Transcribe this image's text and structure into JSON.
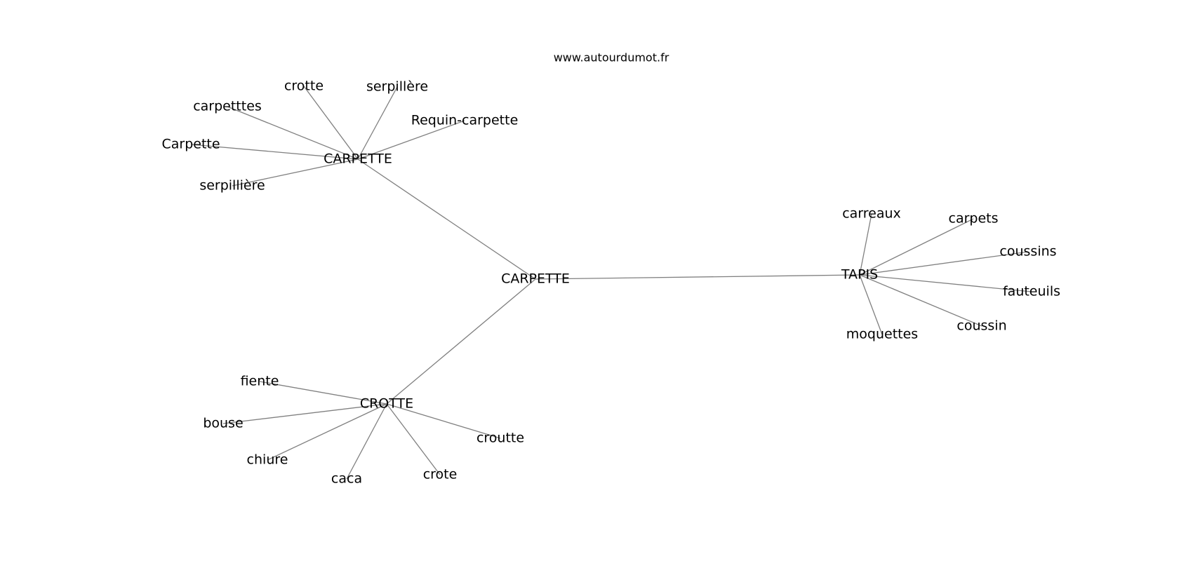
{
  "site": "www.autourdumot.fr",
  "center": {
    "id": "center",
    "label": "CARPETTE"
  },
  "clusters": [
    {
      "id": "carpette",
      "label": "CARPETTE",
      "leaves": [
        "crotte",
        "serpillère",
        "Requin-carpette",
        "carpetttes",
        "Carpette",
        "serpillière"
      ]
    },
    {
      "id": "tapis",
      "label": "TAPIS",
      "leaves": [
        "carreaux",
        "carpets",
        "coussins",
        "fauteuils",
        "coussin",
        "moquettes"
      ]
    },
    {
      "id": "crotte",
      "label": "CROTTE",
      "leaves": [
        "fiente",
        "bouse",
        "chiure",
        "caca",
        "crote",
        "croutte"
      ]
    }
  ],
  "colors": {
    "edge": "#808080",
    "text": "#000000",
    "background": "#ffffff"
  }
}
